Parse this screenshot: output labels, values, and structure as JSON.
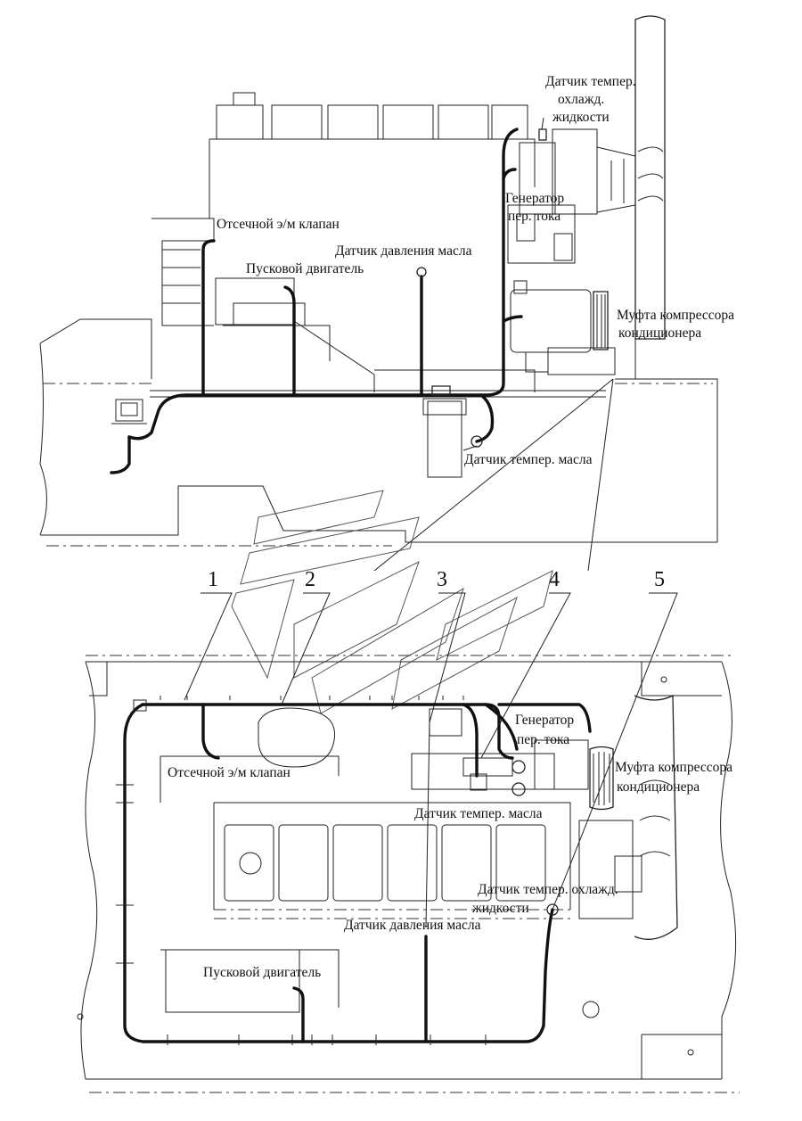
{
  "top_view": {
    "labels": {
      "coolant_sensor": [
        "Датчик темпер.",
        "охлажд.",
        "жидкости"
      ],
      "alternator": [
        "Генератор",
        "пер. тока"
      ],
      "shutoff_valve": "Отсечной э/м клапан",
      "oil_pressure_sensor": "Датчик давления масла",
      "starter_engine": "Пусковой двигатель",
      "compressor_clutch": [
        "Муфта компрессора",
        "кондиционера"
      ],
      "oil_temp_sensor": "Датчик темпер. масла"
    }
  },
  "bottom_view": {
    "callouts": [
      "1",
      "2",
      "3",
      "4",
      "5"
    ],
    "labels": {
      "alternator": [
        "Генератор",
        "пер. тока"
      ],
      "compressor_clutch": [
        "Муфта компрессора",
        "кондиционера"
      ],
      "shutoff_valve": "Отсечной э/м клапан",
      "oil_temp_sensor": "Датчик темпер. масла",
      "coolant_sensor": [
        "Датчик темпер. охлажд.",
        "жидкости"
      ],
      "oil_pressure_sensor": "Датчик давления масла",
      "starter_engine": "Пусковой двигатель"
    }
  }
}
